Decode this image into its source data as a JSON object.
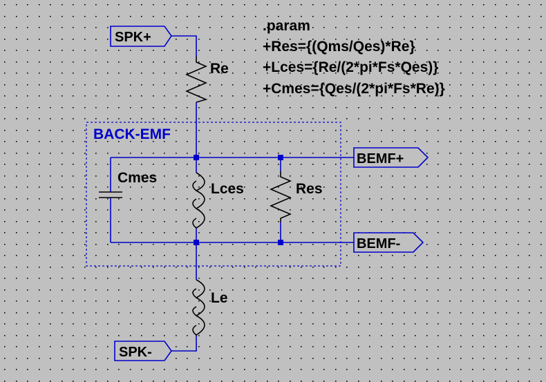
{
  "directive": {
    "lines": [
      ".param",
      "+Res={(Qms/Qes)*Re}",
      "+Lces={Re/(2*pi*Fs*Qes)}",
      "+Cmes={Qes/(2*pi*Fs*Re)}"
    ]
  },
  "group_label": "BACK-EMF",
  "ports": {
    "spk_plus": "SPK+",
    "spk_minus": "SPK-",
    "bemf_plus": "BEMF+",
    "bemf_minus": "BEMF-"
  },
  "components": {
    "re": "Re",
    "le": "Le",
    "cmes": "Cmes",
    "lces": "Lces",
    "res": "Res"
  },
  "colors": {
    "background": "#c0c0c0",
    "grid_dot": "#000000",
    "wire": "#0000cc",
    "component": "#000000",
    "group_box": "#0000cc",
    "group_label": "#0000cc"
  }
}
